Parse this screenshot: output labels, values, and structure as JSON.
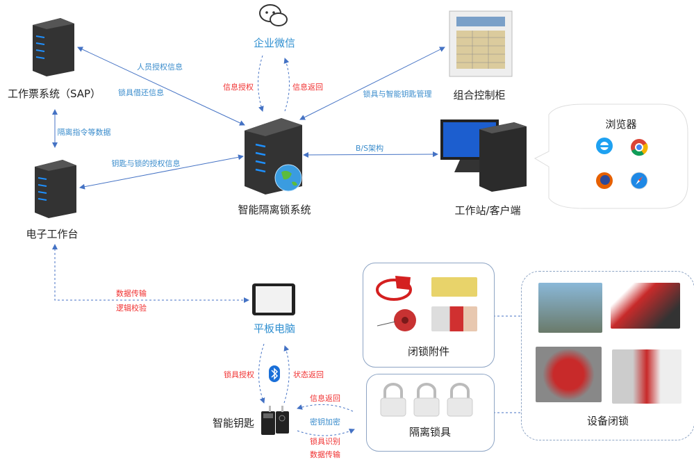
{
  "nodes": {
    "sap": "工作票系统（SAP）",
    "workbench": "电子工作台",
    "central": "智能隔离锁系统",
    "wechat": "企业微信",
    "cabinet": "组合控制柜",
    "workstation": "工作站/客户端",
    "browser": "浏览器",
    "tablet": "平板电脑",
    "smart_key": "智能钥匙",
    "lock_accessories": "闭锁附件",
    "isolation_locks": "隔离锁具",
    "equipment_lock": "设备闭锁"
  },
  "edges": {
    "personnel_auth": "人员授权信息",
    "lock_borrow_return": "锁具借还信息",
    "isolation_commands": "隔离指令等数据",
    "key_lock_auth": "钥匙与锁的授权信息",
    "info_auth": "信息授权",
    "info_return": "信息返回",
    "lock_key_mgmt": "锁具与智能钥匙管理",
    "bs_arch": "B/S架构",
    "data_transfer": "数据传输",
    "logic_check": "逻辑校验",
    "lock_auth": "锁具授权",
    "status_return": "状态返回",
    "key_info_return": "信息返回",
    "key_encrypt": "密钥加密",
    "lock_identify": "锁具识别",
    "key_data_transfer": "数据传输"
  },
  "browser_icons": [
    "ie-icon",
    "chrome-icon",
    "firefox-icon",
    "safari-icon"
  ],
  "colors": {
    "edge_blue": "#4472c4",
    "label_blue": "#2f8fd0",
    "label_red": "#f03030",
    "box_border": "#8da4c4"
  }
}
